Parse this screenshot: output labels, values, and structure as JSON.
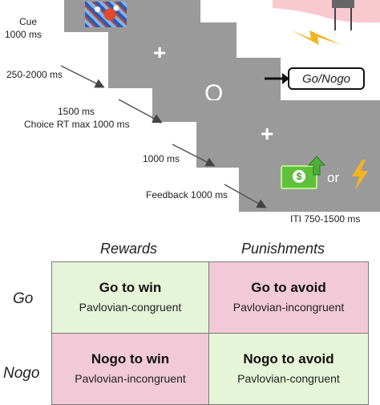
{
  "timeline": {
    "cue_label": "Cue",
    "cue_duration": "1000 ms",
    "interval1": "250-2000 ms",
    "target_duration": "1500 ms",
    "choice_rt": "Choice RT max 1000 ms",
    "interval2": "1000 ms",
    "feedback": "Feedback 1000 ms",
    "iti": "ITI 750-1500 ms",
    "fixation_symbol": "+",
    "target_symbol": "O",
    "response_box": "Go/Nogo",
    "or_text": "or"
  },
  "matrix": {
    "col_rewards": "Rewards",
    "col_punishments": "Punishments",
    "row_go": "Go",
    "row_nogo": "Nogo",
    "cells": {
      "go_win_title": "Go to win",
      "go_win_sub": "Pavlovian-congruent",
      "go_avoid_title": "Go to avoid",
      "go_avoid_sub": "Pavlovian-incongruent",
      "nogo_win_title": "Nogo to win",
      "nogo_win_sub": "Pavlovian-incongruent",
      "nogo_avoid_title": "Nogo to avoid",
      "nogo_avoid_sub": "Pavlovian-congruent"
    },
    "colors": {
      "win": "#e6f4d8",
      "avoid": "#f2c9d6"
    }
  }
}
